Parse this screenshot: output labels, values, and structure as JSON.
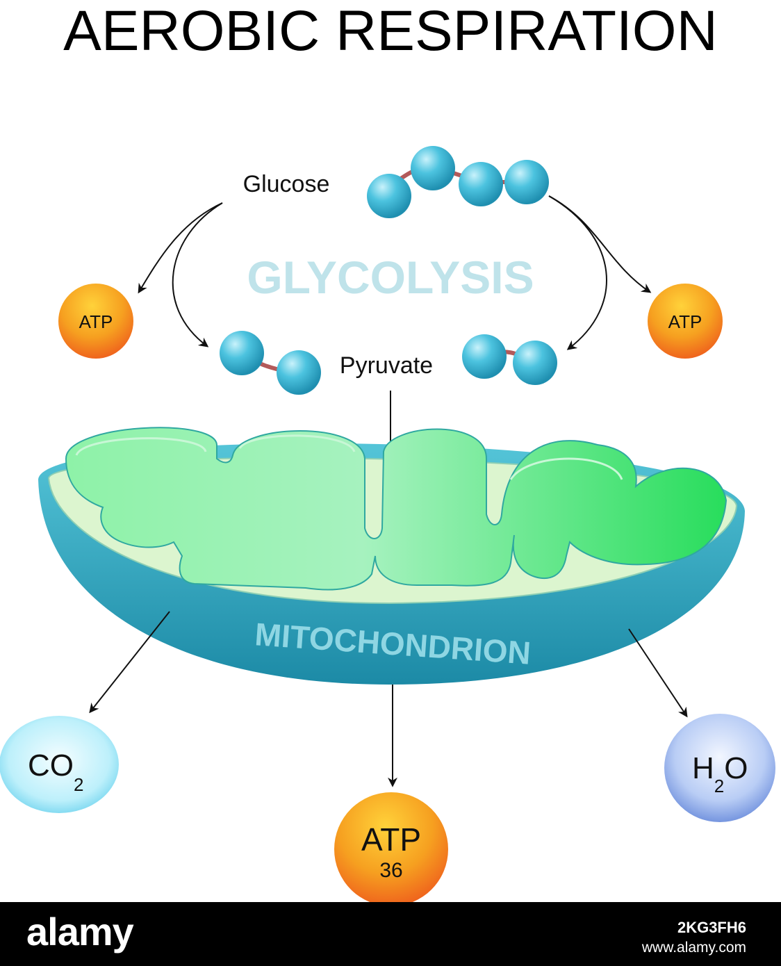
{
  "title": "AEROBIC RESPIRATION",
  "labels": {
    "glucose": "Glucose",
    "glycolysis": "GLYCOLYSIS",
    "pyruvate": "Pyruvate",
    "mitochondrion": "MITOCHONDRION",
    "atp_left": "ATP",
    "atp_right": "ATP",
    "atp_main": "ATP",
    "atp_main_count": "36",
    "co2_base": "CO",
    "co2_sub": "2",
    "h2o_h": "H",
    "h2o_sub": "2",
    "h2o_o": "O"
  },
  "watermark": {
    "brand": "alamy",
    "image_id": "2KG3FH6",
    "url": "www.alamy.com"
  },
  "colors": {
    "molecule": "#4cc3df",
    "atp": "#f6891f",
    "membrane_outer": "#2a9fb8",
    "cristae": "#5ee07f",
    "co2": "#a9e9f7",
    "h2o": "#a9c3f2",
    "glycolysis_text": "#bfe3ea"
  }
}
